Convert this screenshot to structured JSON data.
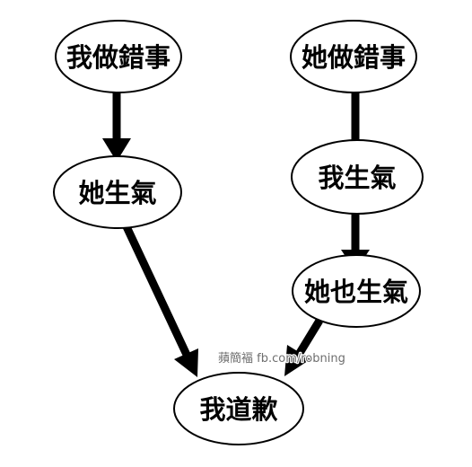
{
  "nodes": {
    "i_did_wrong": {
      "label": "我做錯事"
    },
    "she_did_wrong": {
      "label": "她做錯事"
    },
    "she_angry": {
      "label": "她生氣"
    },
    "i_angry": {
      "label": "我生氣"
    },
    "she_also_angry": {
      "label": "她也生氣"
    },
    "i_apologize": {
      "label": "我道歉"
    }
  },
  "edges": [
    {
      "from": "i_did_wrong",
      "to": "she_angry"
    },
    {
      "from": "she_did_wrong",
      "to": "i_angry"
    },
    {
      "from": "i_angry",
      "to": "she_also_angry"
    },
    {
      "from": "she_angry",
      "to": "i_apologize"
    },
    {
      "from": "she_also_angry",
      "to": "i_apologize"
    }
  ],
  "watermark": {
    "text": "蘋簡褔 fb.com/robning"
  },
  "colors": {
    "ink": "#000000",
    "background": "#ffffff",
    "watermark": "#6e6e6e"
  }
}
